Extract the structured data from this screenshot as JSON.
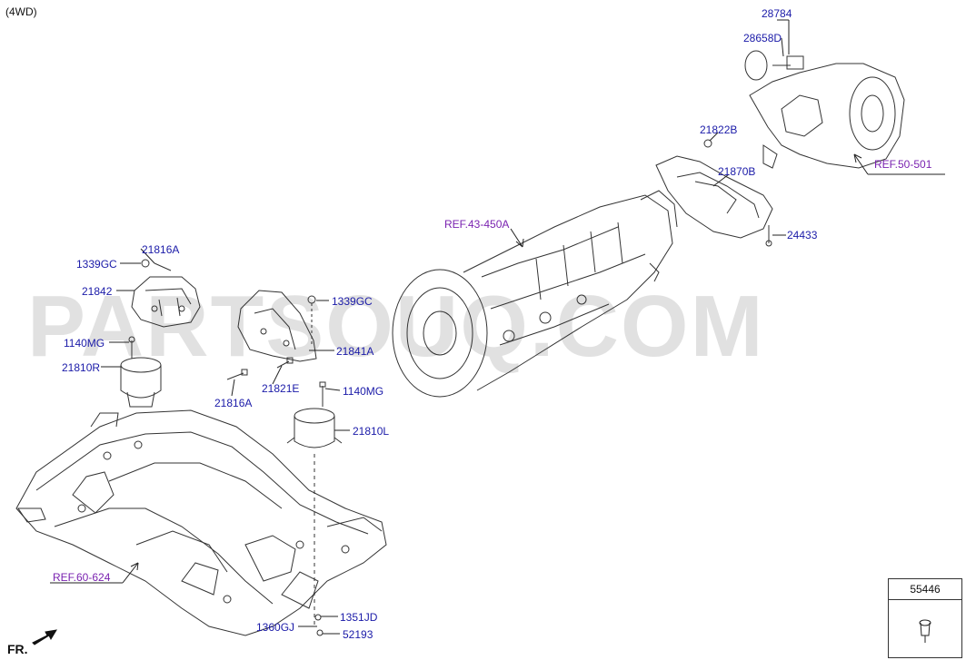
{
  "header": {
    "variant": "(4WD)"
  },
  "watermark": "PARTSOUQ.COM",
  "direction": {
    "label": "FR."
  },
  "callouts": {
    "p28784": "28784",
    "p28658D": "28658D",
    "p21822B": "21822B",
    "p21870B": "21870B",
    "p24433": "24433",
    "p21816A_top": "21816A",
    "p1339GC_left": "1339GC",
    "p21842": "21842",
    "p1339GC_mid": "1339GC",
    "p21841A": "21841A",
    "p1140MG_left": "1140MG",
    "p21810R": "21810R",
    "p21821E": "21821E",
    "p21816A_bottom": "21816A",
    "p1140MG_right": "1140MG",
    "p21810L": "21810L",
    "p1351JD": "1351JD",
    "p1360GJ": "1360GJ",
    "p52193": "52193"
  },
  "references": {
    "ref_43_450A": "REF.43-450A",
    "ref_50_501": "REF.50-501",
    "ref_60_624": "REF.60-624"
  },
  "inset": {
    "part": "55446"
  }
}
